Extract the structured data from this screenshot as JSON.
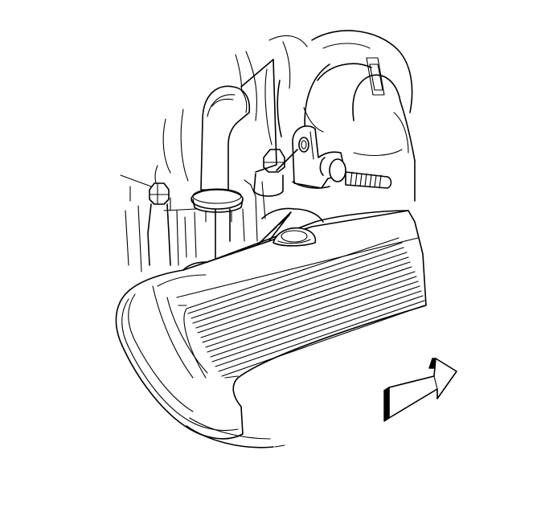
{
  "diagram": {
    "colors": {
      "ink": "#000000",
      "paper": "#ffffff"
    },
    "components": [
      "intake-manifold-housing",
      "pcv-hose-elbow",
      "hose-grommet",
      "bolt-head",
      "stud-bracket-nut",
      "threaded-stud",
      "engine-cover",
      "cover-grommet-hole",
      "installation-arrows",
      "front-direction-arrow"
    ],
    "front_arrow_icon": "direction-arrow-icon"
  }
}
